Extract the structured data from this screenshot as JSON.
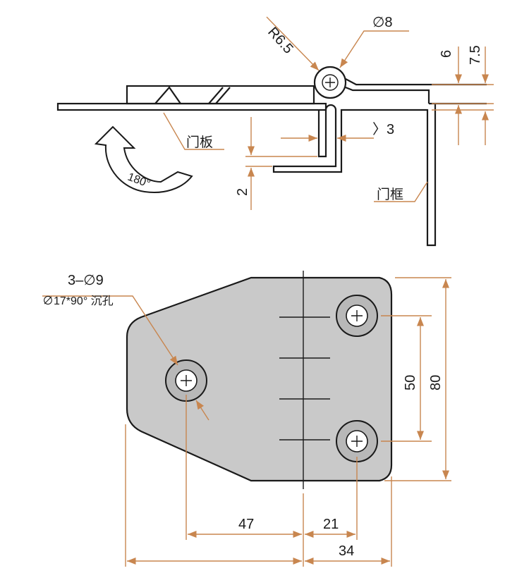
{
  "colors": {
    "outline": "#1a1a1a",
    "dimension": "#c8864f",
    "plate_fill": "#c9c9c9",
    "background": "#ffffff"
  },
  "top_view": {
    "radius_label": "R6.5",
    "pin_diameter_label": "∅8",
    "dim_6": "6",
    "dim_7_5": "7.5",
    "gap_label": "〉3",
    "dim_2": "2",
    "door_panel_label": "门板",
    "door_frame_label": "门框",
    "rotation_label": "180°"
  },
  "front_view": {
    "hole_label_line1": "3–∅9",
    "hole_label_line2": "∅17*90° 沉孔",
    "dim_50": "50",
    "dim_80": "80",
    "dim_47": "47",
    "dim_21": "21",
    "dim_34": "34"
  }
}
